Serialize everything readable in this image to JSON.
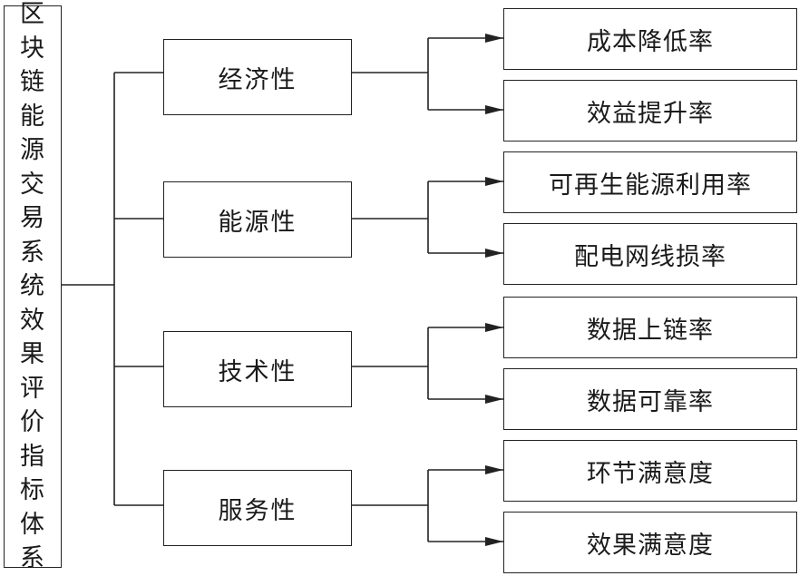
{
  "root": {
    "label": "区块链能源交易系统效果评价指标体系"
  },
  "categories": [
    {
      "label": "经济性",
      "indicators": [
        "成本降低率",
        "效益提升率"
      ]
    },
    {
      "label": "能源性",
      "indicators": [
        "可再生能源利用率",
        "配电网线损率"
      ]
    },
    {
      "label": "技术性",
      "indicators": [
        "数据上链率",
        "数据可靠率"
      ]
    },
    {
      "label": "服务性",
      "indicators": [
        "环节满意度",
        "效果满意度"
      ]
    }
  ]
}
